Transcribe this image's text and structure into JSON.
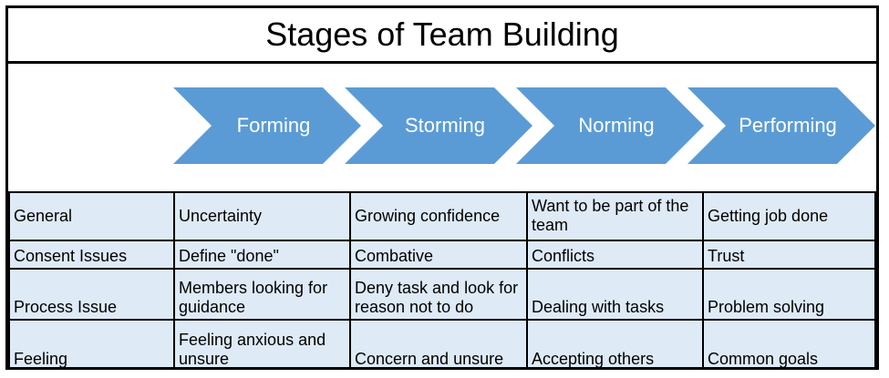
{
  "slide": {
    "title": "Stages of Team Building"
  },
  "stages": [
    {
      "label": "Forming"
    },
    {
      "label": "Storming"
    },
    {
      "label": "Norming"
    },
    {
      "label": "Performing"
    }
  ],
  "matrix": {
    "row_labels": [
      "General",
      "Consent Issues",
      "Process Issue",
      "Feeling"
    ],
    "rows": [
      [
        "General",
        "Uncertainty",
        "Growing confidence",
        "Want to be part of the team",
        "Getting job done"
      ],
      [
        "Consent Issues",
        "Define \"done\"",
        "Combative",
        "Conflicts",
        "Trust"
      ],
      [
        "Process Issue",
        "Members looking for guidance",
        "Deny task and look for reason not to do",
        "Dealing with tasks",
        "Problem solving"
      ],
      [
        "Feeling",
        "Feeling anxious and unsure",
        "Concern and unsure",
        "Accepting others",
        "Common goals"
      ]
    ]
  },
  "colors": {
    "arrow_fill": "#5b9bd5",
    "cell_fill": "#deeaf6",
    "border": "#000000",
    "arrow_text": "#ffffff"
  }
}
